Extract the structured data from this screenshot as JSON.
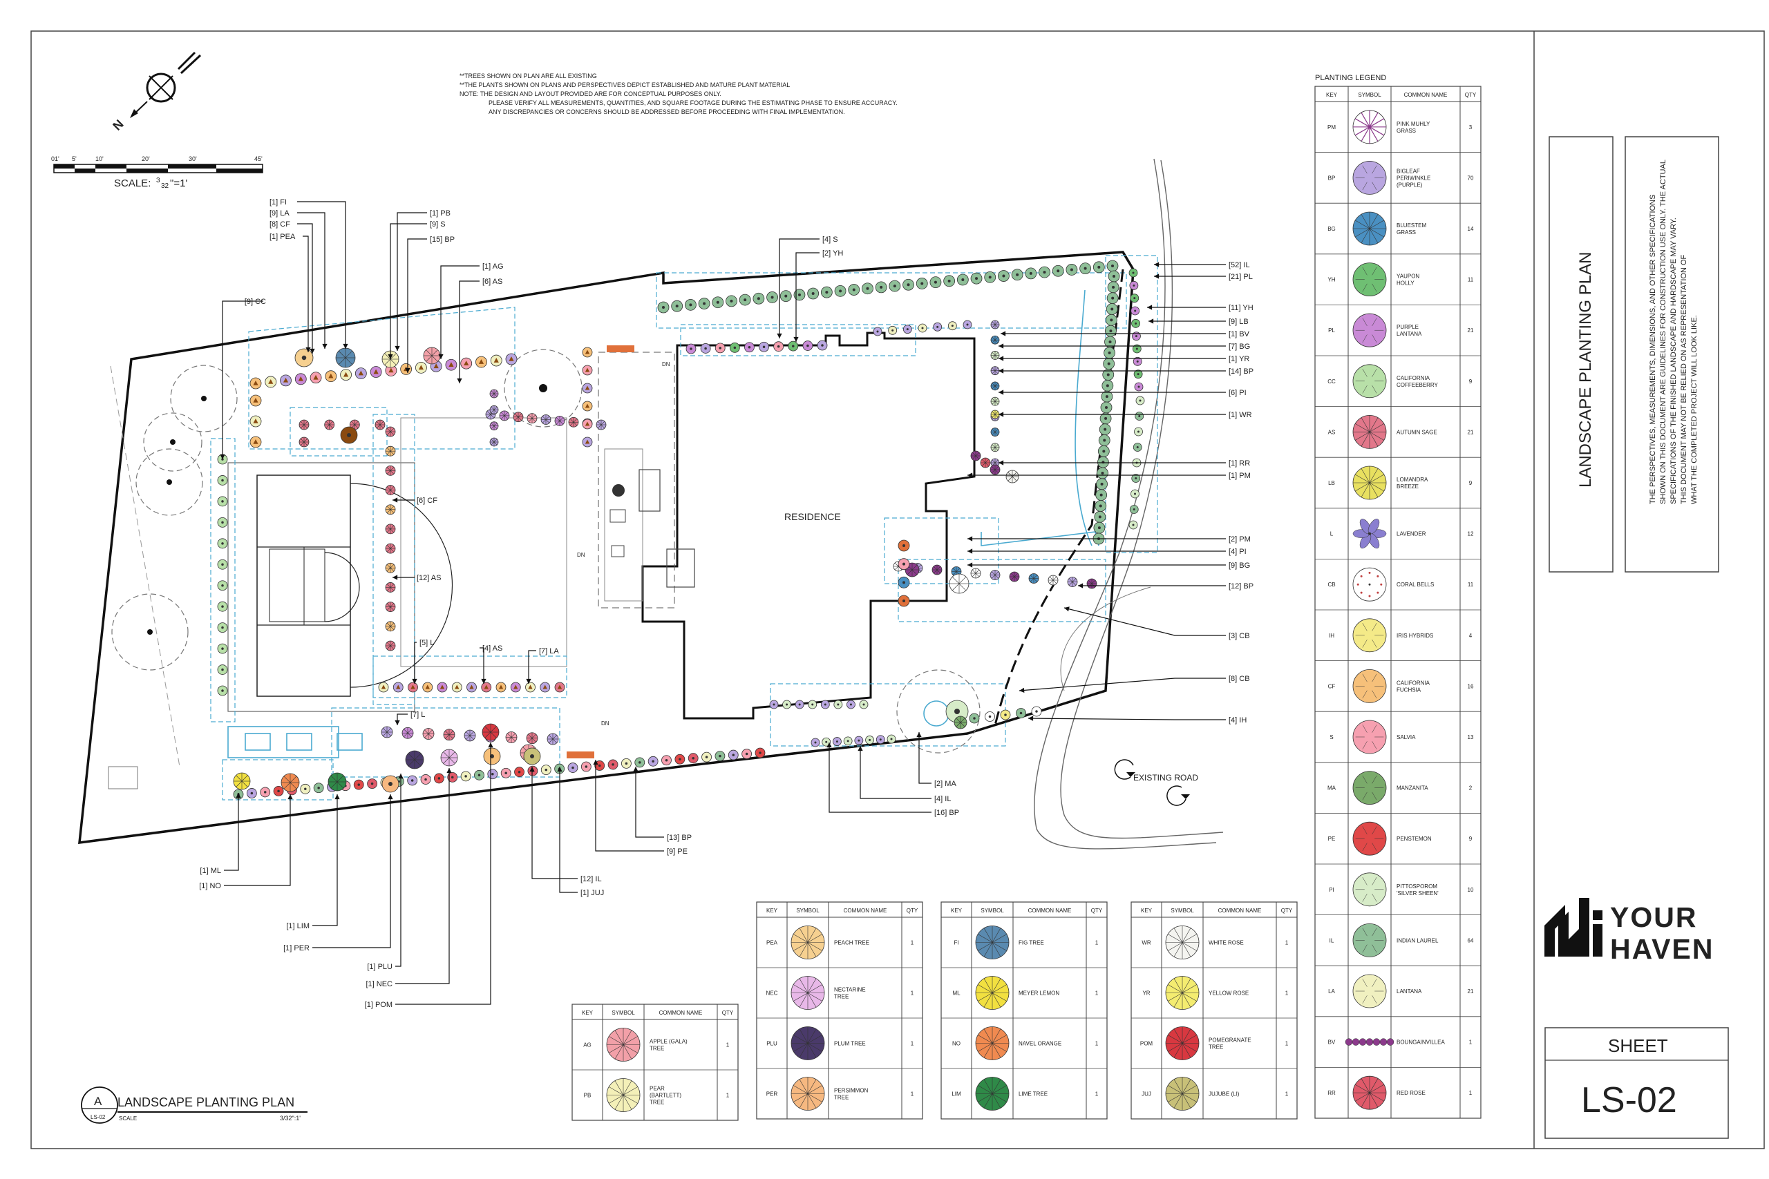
{
  "notes": [
    "**TREES SHOWN ON PLAN ARE ALL EXISTING",
    "**THE PLANTS SHOWN ON PLANS AND PERSPECTIVES DEPICT ESTABLISHED AND MATURE PLANT MATERIAL",
    "NOTE:  THE DESIGN AND LAYOUT PROVIDED ARE FOR CONCEPTUAL PURPOSES ONLY.",
    "PLEASE VERIFY ALL MEASUREMENTS, QUANTITIES, AND SQUARE FOOTAGE DURING THE ESTIMATING PHASE TO ENSURE ACCURACY.",
    "ANY DISCREPANCIES OR CONCERNS SHOULD BE ADDRESSED BEFORE PROCEEDING WITH FINAL IMPLEMENTATION."
  ],
  "scale": {
    "ticks": [
      "01'",
      "5'",
      "10'",
      "20'",
      "30'",
      "45'"
    ],
    "label": "SCALE:",
    "fraction_num": "3",
    "fraction_den": "32",
    "fraction_tail": "\"=1'"
  },
  "plan_labels": {
    "residence": "RESIDENCE",
    "existing_road": "EXISTING ROAD",
    "dn": "DN"
  },
  "callouts": [
    {
      "text": "[1] FI"
    },
    {
      "text": "[9] LA"
    },
    {
      "text": "[8] CF"
    },
    {
      "text": "[1] PEA"
    },
    {
      "text": "[1] PB"
    },
    {
      "text": "[9] S"
    },
    {
      "text": "[15] BP"
    },
    {
      "text": "[1] AG"
    },
    {
      "text": "[6] AS"
    },
    {
      "text": "[9] CC"
    },
    {
      "text": "[4] S"
    },
    {
      "text": "[2] YH"
    },
    {
      "text": "[52] IL"
    },
    {
      "text": "[21] PL"
    },
    {
      "text": "[11] YH"
    },
    {
      "text": "[9] LB"
    },
    {
      "text": "[1] BV"
    },
    {
      "text": "[7] BG"
    },
    {
      "text": "[1] YR"
    },
    {
      "text": "[14] BP"
    },
    {
      "text": "[6] PI"
    },
    {
      "text": "[1] WR"
    },
    {
      "text": "[1] RR"
    },
    {
      "text": "[1] PM"
    },
    {
      "text": "[2] PM"
    },
    {
      "text": "[4] PI"
    },
    {
      "text": "[9] BG"
    },
    {
      "text": "[12] BP"
    },
    {
      "text": "[3] CB"
    },
    {
      "text": "[8] CB"
    },
    {
      "text": "[4] IH"
    },
    {
      "text": "[6] CF"
    },
    {
      "text": "[12] AS"
    },
    {
      "text": "[5] L"
    },
    {
      "text": "[4] AS"
    },
    {
      "text": "[7] LA"
    },
    {
      "text": "[7] L"
    },
    {
      "text": "[2] MA"
    },
    {
      "text": "[4] IL"
    },
    {
      "text": "[16] BP"
    },
    {
      "text": "[13] BP"
    },
    {
      "text": "[9] PE"
    },
    {
      "text": "[12] IL"
    },
    {
      "text": "[1] JUJ"
    },
    {
      "text": "[1] ML"
    },
    {
      "text": "[1] NO"
    },
    {
      "text": "[1] LIM"
    },
    {
      "text": "[1] PER"
    },
    {
      "text": "[1] PLU"
    },
    {
      "text": "[1] NEC"
    },
    {
      "text": "[1] POM"
    }
  ],
  "legend_headers": [
    "KEY",
    "SYMBOL",
    "COMMON NAME",
    "QTY"
  ],
  "planting_legend": {
    "title": "PLANTING LEGEND",
    "rows": [
      {
        "key": "PM",
        "name": [
          "PINK MUHLY",
          "GRASS"
        ],
        "qty": "3",
        "color": "#8b3a8b",
        "style": "grass"
      },
      {
        "key": "BP",
        "name": [
          "BIGLEAF",
          "PERIWINKLE",
          "(PURPLE)"
        ],
        "qty": "70",
        "color": "#b9a6e0",
        "style": "round"
      },
      {
        "key": "BG",
        "name": [
          "BLUESTEM",
          "GRASS"
        ],
        "qty": "14",
        "color": "#4a90c2",
        "style": "star"
      },
      {
        "key": "YH",
        "name": [
          "YAUPON",
          "HOLLY"
        ],
        "qty": "11",
        "color": "#6fbf73",
        "style": "round"
      },
      {
        "key": "PL",
        "name": [
          "PURPLE",
          "LANTANA"
        ],
        "qty": "21",
        "color": "#c98ad6",
        "style": "round"
      },
      {
        "key": "CC",
        "name": [
          "CALIFORNIA",
          "COFFEEBERRY"
        ],
        "qty": "9",
        "color": "#b8e0a8",
        "style": "round"
      },
      {
        "key": "AS",
        "name": [
          "AUTUMN SAGE"
        ],
        "qty": "21",
        "color": "#e2778a",
        "style": "star"
      },
      {
        "key": "LB",
        "name": [
          "LOMANDRA",
          "BREEZE"
        ],
        "qty": "9",
        "color": "#e8e060",
        "style": "star"
      },
      {
        "key": "L",
        "name": [
          "LAVENDER"
        ],
        "qty": "12",
        "color": "#8a7fd0",
        "style": "flower"
      },
      {
        "key": "CB",
        "name": [
          "CORAL BELLS"
        ],
        "qty": "11",
        "color": "#ffffff",
        "style": "dots"
      },
      {
        "key": "IH",
        "name": [
          "IRIS HYBRIDS"
        ],
        "qty": "4",
        "color": "#f4ea88",
        "style": "round"
      },
      {
        "key": "CF",
        "name": [
          "CALIFORNIA",
          "FUCHSIA"
        ],
        "qty": "16",
        "color": "#f6c07a",
        "style": "round"
      },
      {
        "key": "S",
        "name": [
          "SALVIA"
        ],
        "qty": "13",
        "color": "#f6a0b0",
        "style": "round"
      },
      {
        "key": "MA",
        "name": [
          "MANZANITA"
        ],
        "qty": "2",
        "color": "#7aaa6a",
        "style": "round"
      },
      {
        "key": "PE",
        "name": [
          "PENSTEMON"
        ],
        "qty": "9",
        "color": "#e04848",
        "style": "round"
      },
      {
        "key": "PI",
        "name": [
          "PITTOSPOROM",
          "'SILVER SHEEN'"
        ],
        "qty": "10",
        "color": "#d7ecc8",
        "style": "round"
      },
      {
        "key": "IL",
        "name": [
          "INDIAN LAUREL"
        ],
        "qty": "64",
        "color": "#8fbf98",
        "style": "round"
      },
      {
        "key": "LA",
        "name": [
          "LANTANA"
        ],
        "qty": "21",
        "color": "#f0f0c0",
        "style": "round"
      },
      {
        "key": "BV",
        "name": [
          "BOUNGAINVILLEA"
        ],
        "qty": "1",
        "color": "#8b3a8b",
        "style": "hedge"
      },
      {
        "key": "RR",
        "name": [
          "RED ROSE"
        ],
        "qty": "1",
        "color": "#e05a6a",
        "style": "star"
      }
    ]
  },
  "tree_tables": [
    {
      "rows": [
        {
          "key": "AG",
          "name": [
            "APPLE (GALA)",
            "TREE"
          ],
          "qty": "1",
          "color": "#f2a0a8"
        },
        {
          "key": "PB",
          "name": [
            "PEAR",
            "(BARTLETT)",
            "TREE"
          ],
          "qty": "1",
          "color": "#f4f0b8"
        }
      ]
    },
    {
      "rows": [
        {
          "key": "PEA",
          "name": [
            "PEACH TREE"
          ],
          "qty": "1",
          "color": "#f6d090"
        },
        {
          "key": "NEC",
          "name": [
            "NECTARINE",
            "TREE"
          ],
          "qty": "1",
          "color": "#e8b8e8"
        },
        {
          "key": "PLU",
          "name": [
            "PLUM TREE"
          ],
          "qty": "1",
          "color": "#4a3a6a"
        },
        {
          "key": "PER",
          "name": [
            "PERSIMMON",
            "TREE"
          ],
          "qty": "1",
          "color": "#f6b880"
        }
      ]
    },
    {
      "rows": [
        {
          "key": "FI",
          "name": [
            "FIG TREE"
          ],
          "qty": "1",
          "color": "#5a8ab0"
        },
        {
          "key": "ML",
          "name": [
            "MEYER LEMON"
          ],
          "qty": "1",
          "color": "#f2e040"
        },
        {
          "key": "NO",
          "name": [
            "NAVEL ORANGE"
          ],
          "qty": "1",
          "color": "#f08a50"
        },
        {
          "key": "LIM",
          "name": [
            "LIME TREE"
          ],
          "qty": "1",
          "color": "#2f8a48"
        }
      ]
    },
    {
      "rows": [
        {
          "key": "WR",
          "name": [
            "WHITE ROSE"
          ],
          "qty": "1",
          "color": "#f4f4f0"
        },
        {
          "key": "YR",
          "name": [
            "YELLOW ROSE"
          ],
          "qty": "1",
          "color": "#f4ec70"
        },
        {
          "key": "POM",
          "name": [
            "POMEGRANATE",
            "TREE"
          ],
          "qty": "1",
          "color": "#d83840"
        },
        {
          "key": "JUJ",
          "name": [
            "JUJUBE (LI)"
          ],
          "qty": "1",
          "color": "#c8c078"
        }
      ]
    }
  ],
  "drawing_title": {
    "marker_letter": "A",
    "marker_sheet": "LS-02",
    "title": "LANDSCAPE PLANTING PLAN",
    "scale_label": "SCALE",
    "scale_value": "3/32\":1'"
  },
  "title_block": {
    "vertical_title": "LANDSCAPE PLANTING PLAN",
    "disclaimer": [
      "THE PERSPECTIVES, MEASUREMENTS, DIMENSIONS, AND OTHER SPECIFICATIONS",
      "SHOWN ON THIS DOCUMENT ARE GUIDELINES FOR CONSTRUCTION USE ONLY. THE ACTUAL",
      "SPECIFICATIONS OF THE FINISHED LANDSCAPE AND HARDSCAPE MAY VARY.",
      "THIS DOCUMENT MAY NOT BE RELIED ON AS REPRESENTATION OF",
      "WHAT THE COMPLETED PROJECT  WILL LOOK LIKE."
    ],
    "brand_line1": "YOUR",
    "brand_line2": "HAVEN",
    "sheet_label": "SHEET",
    "sheet_number": "LS-02"
  }
}
